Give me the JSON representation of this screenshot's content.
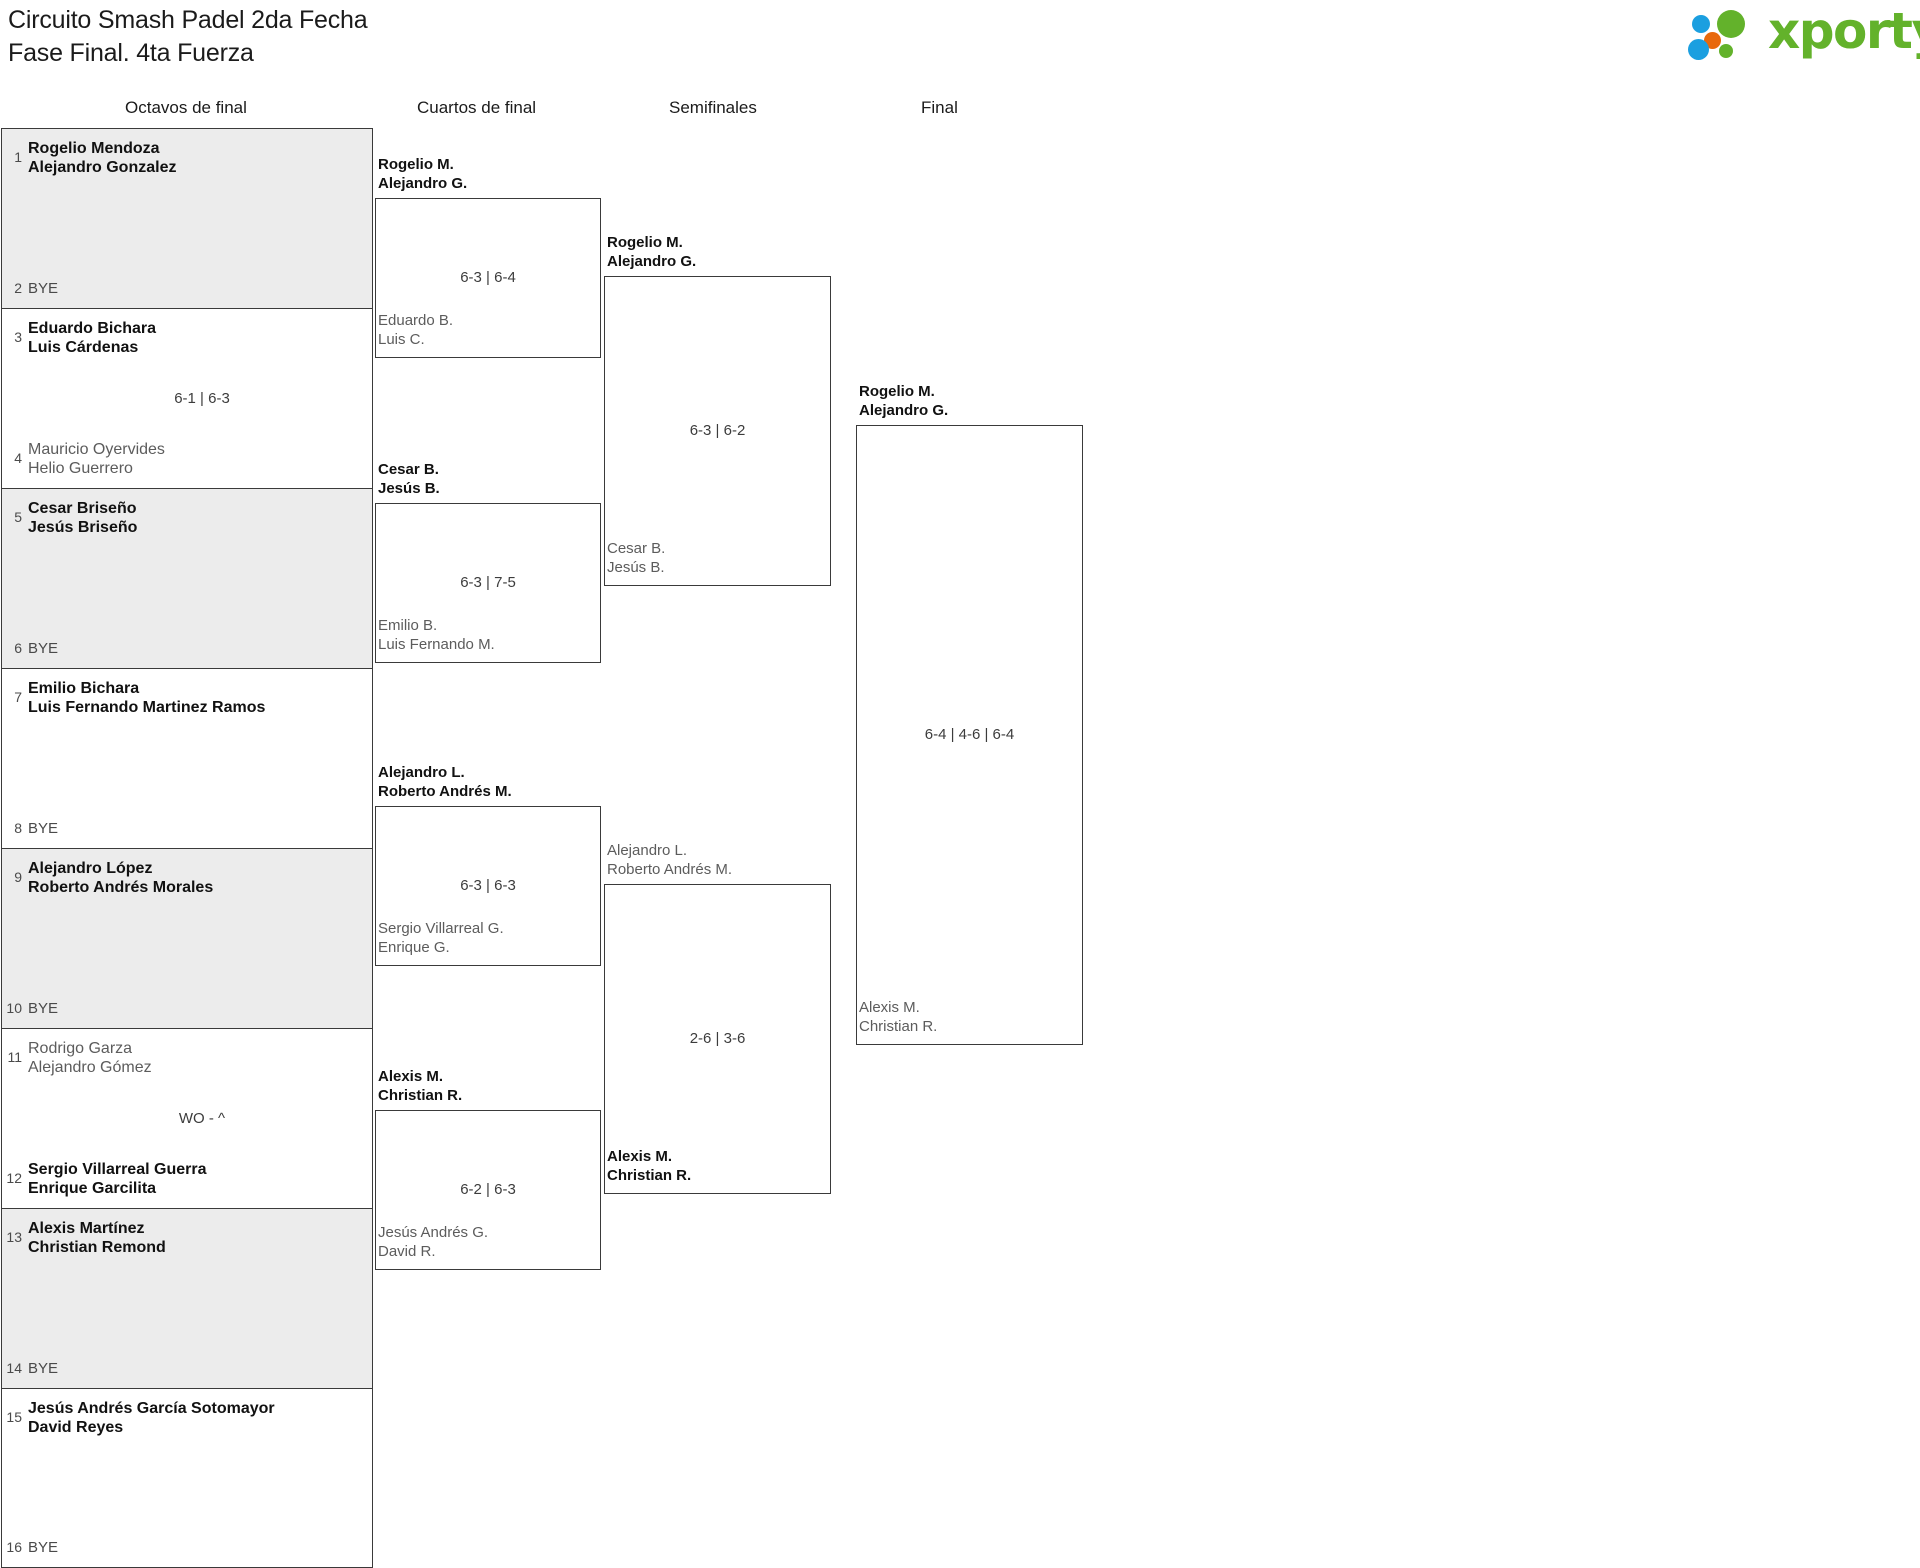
{
  "header": {
    "title_line1": "Circuito Smash Padel 2da Fecha",
    "title_line2": "Fase Final. 4ta Fuerza",
    "logo_text": "xporty",
    "logo_colors": {
      "green": "#63b22b",
      "blue": "#1b9fe0",
      "orange": "#e8690b"
    }
  },
  "rounds": [
    {
      "key": "octavos",
      "label": "Octavos de final"
    },
    {
      "key": "cuartos",
      "label": "Cuartos de final"
    },
    {
      "key": "semis",
      "label": "Semifinales"
    },
    {
      "key": "final",
      "label": "Final"
    }
  ],
  "octavos": {
    "pairs": [
      {
        "shaded": true,
        "score": "",
        "top": {
          "num": "1",
          "names": [
            "Rogelio Mendoza",
            "Alejandro Gonzalez"
          ],
          "state": "winner"
        },
        "bottom": {
          "num": "2",
          "names": [
            "BYE"
          ],
          "state": "bye"
        }
      },
      {
        "shaded": false,
        "score": "6-1 | 6-3",
        "top": {
          "num": "3",
          "names": [
            "Eduardo Bichara",
            "Luis Cárdenas"
          ],
          "state": "winner"
        },
        "bottom": {
          "num": "4",
          "names": [
            "Mauricio Oyervides",
            "Helio Guerrero"
          ],
          "state": "loser"
        }
      },
      {
        "shaded": true,
        "score": "",
        "top": {
          "num": "5",
          "names": [
            "Cesar Briseño",
            "Jesús Briseño"
          ],
          "state": "winner"
        },
        "bottom": {
          "num": "6",
          "names": [
            "BYE"
          ],
          "state": "bye"
        }
      },
      {
        "shaded": false,
        "score": "",
        "top": {
          "num": "7",
          "names": [
            "Emilio Bichara",
            "Luis Fernando Martinez Ramos"
          ],
          "state": "winner"
        },
        "bottom": {
          "num": "8",
          "names": [
            "BYE"
          ],
          "state": "bye"
        }
      },
      {
        "shaded": true,
        "score": "",
        "top": {
          "num": "9",
          "names": [
            "Alejandro López",
            "Roberto Andrés Morales"
          ],
          "state": "winner"
        },
        "bottom": {
          "num": "10",
          "names": [
            "BYE"
          ],
          "state": "bye"
        }
      },
      {
        "shaded": false,
        "score": "WO - ^",
        "top": {
          "num": "11",
          "names": [
            "Rodrigo Garza",
            "Alejandro Gómez"
          ],
          "state": "loser"
        },
        "bottom": {
          "num": "12",
          "names": [
            "Sergio Villarreal Guerra",
            "Enrique Garcilita"
          ],
          "state": "winner"
        }
      },
      {
        "shaded": true,
        "score": "",
        "top": {
          "num": "13",
          "names": [
            "Alexis Martínez",
            "Christian Remond"
          ],
          "state": "winner"
        },
        "bottom": {
          "num": "14",
          "names": [
            "BYE"
          ],
          "state": "bye"
        }
      },
      {
        "shaded": false,
        "score": "",
        "top": {
          "num": "15",
          "names": [
            "Jesús Andrés García Sotomayor",
            "David Reyes"
          ],
          "state": "winner"
        },
        "bottom": {
          "num": "16",
          "names": [
            "BYE"
          ],
          "state": "bye"
        }
      }
    ]
  },
  "cuartos": {
    "matches": [
      {
        "score": "6-3 | 6-4",
        "top": {
          "names": [
            "Rogelio M.",
            "Alejandro G."
          ],
          "state": "winner"
        },
        "bottom": {
          "names": [
            "Eduardo B.",
            "Luis C."
          ],
          "state": "loser"
        }
      },
      {
        "score": "6-3 | 7-5",
        "top": {
          "names": [
            "Cesar B.",
            "Jesús B."
          ],
          "state": "winner"
        },
        "bottom": {
          "names": [
            "Emilio B.",
            "Luis Fernando M."
          ],
          "state": "loser"
        }
      },
      {
        "score": "6-3 | 6-3",
        "top": {
          "names": [
            "Alejandro L.",
            "Roberto Andrés M."
          ],
          "state": "winner"
        },
        "bottom": {
          "names": [
            "Sergio Villarreal G.",
            "Enrique G."
          ],
          "state": "loser"
        }
      },
      {
        "score": "6-2 | 6-3",
        "top": {
          "names": [
            "Alexis M.",
            "Christian R."
          ],
          "state": "winner"
        },
        "bottom": {
          "names": [
            "Jesús Andrés G.",
            "David R."
          ],
          "state": "loser"
        }
      }
    ]
  },
  "semis": {
    "matches": [
      {
        "score": "6-3 | 6-2",
        "top": {
          "names": [
            "Rogelio M.",
            "Alejandro G."
          ],
          "state": "winner"
        },
        "bottom": {
          "names": [
            "Cesar B.",
            "Jesús B."
          ],
          "state": "loser"
        }
      },
      {
        "score": "2-6 | 3-6",
        "top": {
          "names": [
            "Alejandro L.",
            "Roberto Andrés M."
          ],
          "state": "loser"
        },
        "bottom": {
          "names": [
            "Alexis M.",
            "Christian R."
          ],
          "state": "winner"
        }
      }
    ]
  },
  "final": {
    "matches": [
      {
        "score": "6-4 | 4-6 | 6-4",
        "top": {
          "names": [
            "Rogelio M.",
            "Alejandro G."
          ],
          "state": "winner"
        },
        "bottom": {
          "names": [
            "Alexis M.",
            "Christian R."
          ],
          "state": "loser"
        }
      }
    ]
  }
}
